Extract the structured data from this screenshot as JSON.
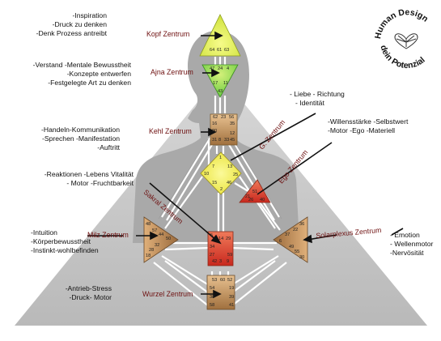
{
  "logo": {
    "line1": "Human Design",
    "line2": "dein Potenzial"
  },
  "centers": {
    "kopf": {
      "label": "Kopf Zentrum",
      "gates": [
        "64",
        "61",
        "63"
      ],
      "notes": [
        "-Inspiration",
        "-Druck zu denken",
        "-Denk Prozess antreibt"
      ]
    },
    "ajna": {
      "label": "Ajna Zentrum",
      "gates": [
        "47",
        "24",
        "4",
        "17",
        "11",
        "43"
      ],
      "notes": [
        "-Verstand -Mentale Bewusstheit",
        "-Konzepte entwerfen",
        "-Festgelegte Art zu denken"
      ]
    },
    "kehl": {
      "label": "Kehl Zentrum",
      "gates": [
        "62",
        "23",
        "56",
        "16",
        "35",
        "20",
        "12",
        "31",
        "8",
        "33",
        "45"
      ],
      "notes": [
        "-Handeln-Kommunikation",
        "-Sprechen -Manifestation",
        "-Auftritt"
      ]
    },
    "g": {
      "label": "G. Zentrum",
      "gates": [
        "1",
        "7",
        "13",
        "10",
        "25",
        "15",
        "46",
        "2"
      ],
      "notes": [
        "- Liebe - Richtung",
        "- Identität"
      ]
    },
    "ego": {
      "label": "Ego Zentrum",
      "gates": [
        "51",
        "21",
        "26",
        "40"
      ],
      "notes": [
        "-Willensstärke -Selbstwert",
        "-Motor -Ego -Materiell"
      ]
    },
    "sakral": {
      "label": "Sakral Zentrum",
      "gates": [
        "5",
        "14",
        "29",
        "34",
        "27",
        "59",
        "42",
        "3",
        "9"
      ],
      "notes": [
        "-Reaktionen -Lebens Vitalität",
        "- Motor -Fruchtbarkeit"
      ]
    },
    "milz": {
      "label": "Milz Zentrum",
      "gates": [
        "48",
        "57",
        "44",
        "50",
        "32",
        "28",
        "18"
      ],
      "notes": [
        "-Intuition",
        "-Körperbewusstheit",
        "-Instinkt-wohlbefinden"
      ]
    },
    "solar": {
      "label": "Solarplexus Zentrum",
      "gates": [
        "36",
        "22",
        "37",
        "6",
        "49",
        "55",
        "30"
      ],
      "notes": [
        "- Emotion",
        "- Wellenmotor",
        "-Nervösität"
      ]
    },
    "wurzel": {
      "label": "Wurzel Zentrum",
      "gates": [
        "53",
        "60",
        "52",
        "54",
        "19",
        "38",
        "39",
        "58",
        "41"
      ],
      "notes": [
        "-Antrieb-Stress",
        "-Druck- Motor"
      ]
    }
  },
  "colors": {
    "kopf": "#e6f24a",
    "ajna": "#9fe03a",
    "kehl": "#b98c5a",
    "g": "#f2ee3a",
    "ego": "#e0503a",
    "sakral": "#e0483a",
    "milz": "#b98c5a",
    "solar": "#b98c5a",
    "wurzel": "#b98c5a",
    "label": "#6e1010"
  }
}
